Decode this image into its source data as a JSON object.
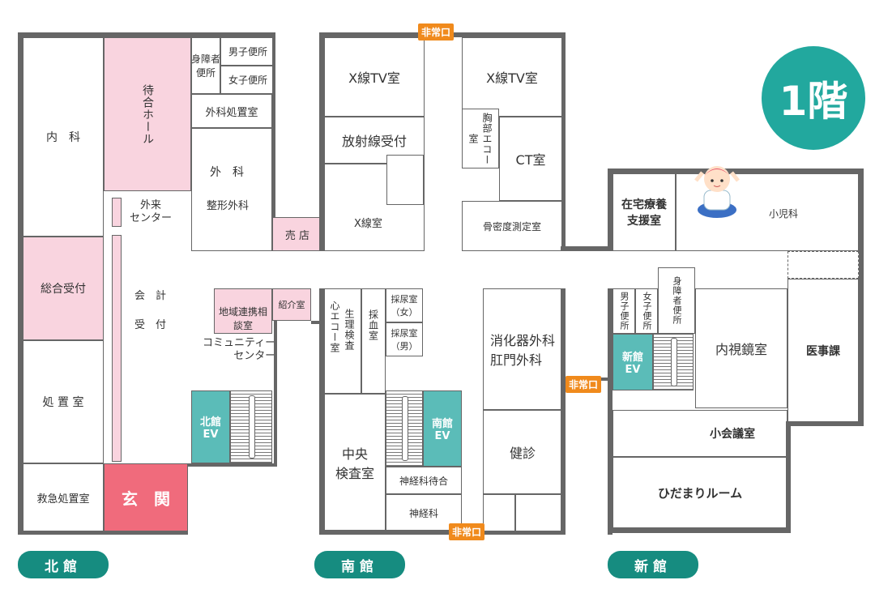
{
  "floor_badge": "1階",
  "buildings": {
    "north": "北館",
    "south": "南館",
    "new": "新館"
  },
  "emergency_exit": "非常口",
  "north": {
    "naika": "内　科",
    "sogo_uketsuke": "総合受付",
    "shochi": "処 置 室",
    "kyukyu": "救急処置室",
    "genkan": "玄　関",
    "machiai": "待合ホール",
    "gairai": "外来\nセンター",
    "kaikei": "会　計",
    "uketsuke": "受　付",
    "shogaisha_toilet": "身障者\n便所",
    "men_toilet": "男子便所",
    "women_toilet": "女子便所",
    "geka_shochi": "外科処置室",
    "geka": "外　科",
    "seikei": "整形外科",
    "baiten": "売 店",
    "chiiki": "地域連携相談室",
    "shokai": "紹介室",
    "community": "コミュニティー\nセンター",
    "ev": "北館\nEV"
  },
  "south": {
    "xray_tv_1": "X線TV室",
    "xray_tv_2": "X線TV室",
    "hoshasen": "放射線受付",
    "xsen": "X線室",
    "kyobu_echo": "胸部エコー室",
    "ct": "CT室",
    "kotsu": "骨密度測定室",
    "seiri": "生理検査",
    "shinzo_echo": "心エコー室",
    "saiketsu": "採血室",
    "sainyo_f": "採尿室\n（女）",
    "sainyo_m": "採尿室\n（男）",
    "chuo": "中央\n検査室",
    "shinkei_machiai": "神経科待合",
    "shinkei": "神経科",
    "shokaki": "消化器外科\n肛門外科",
    "kenshin": "健診",
    "ev": "南館\nEV"
  },
  "new": {
    "zaitaku": "在宅療養\n支援室",
    "shoni": "小児科",
    "men_toilet": "男子便所",
    "women_toilet": "女子便所",
    "shogaisha_toilet": "身障者便所",
    "naishikyo": "内視鏡室",
    "iji": "医事課",
    "shokaigi": "小会議室",
    "hidamari": "ひだまりルーム",
    "ev": "新館\nEV"
  },
  "colors": {
    "teal": "#5bbcb8",
    "pink": "#f9d4df",
    "red": "#f06b7c",
    "orange": "#f08a1c",
    "dark_teal": "#168c80"
  }
}
